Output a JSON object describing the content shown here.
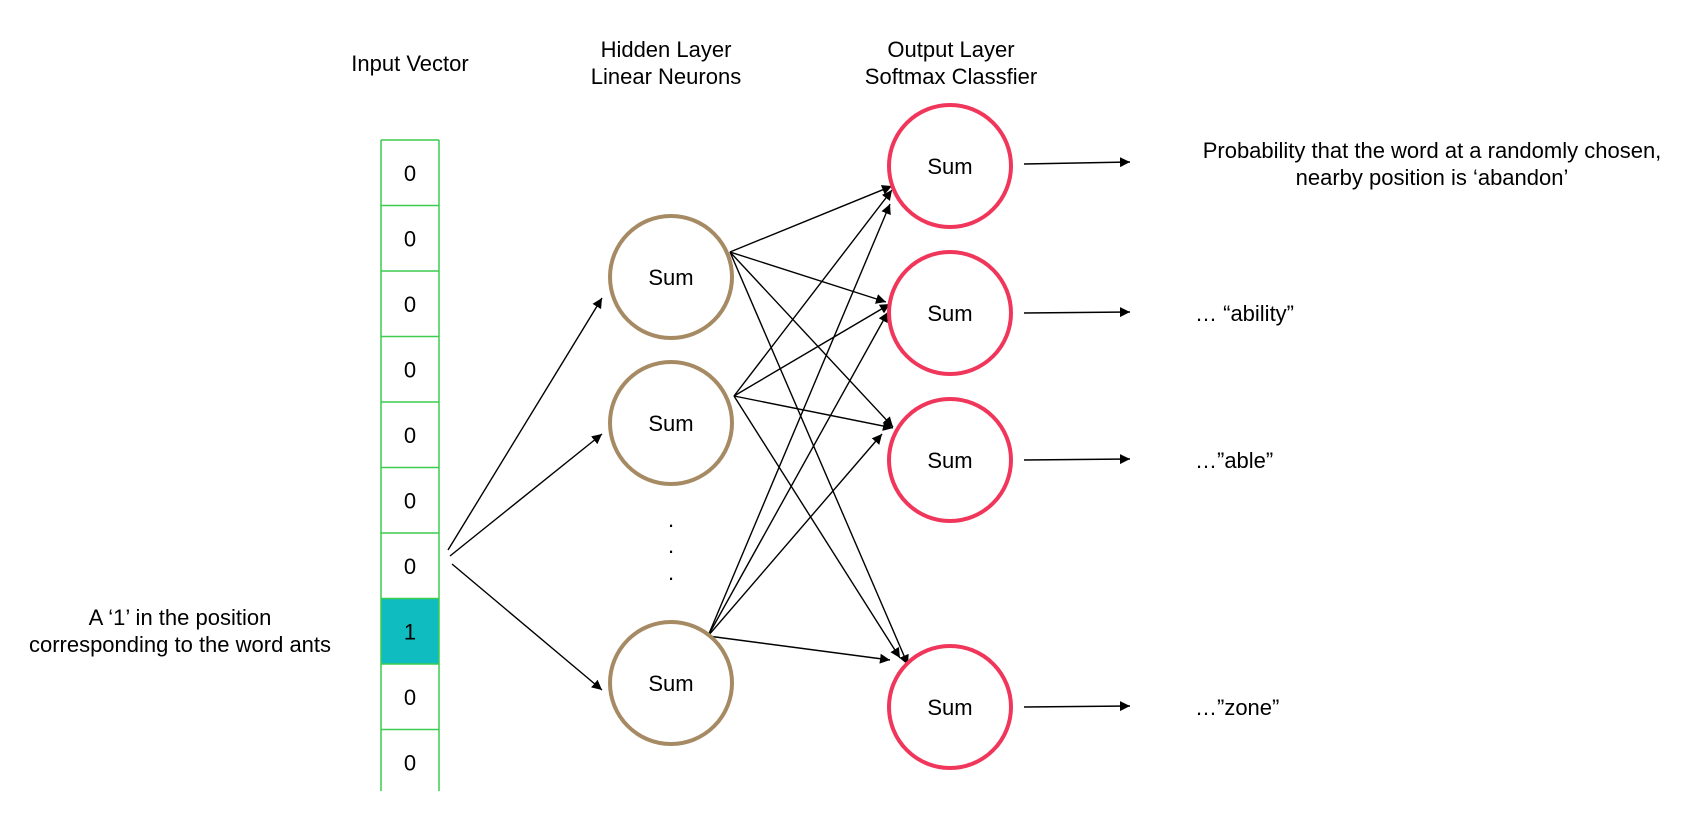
{
  "headers": {
    "input": "Input Vector",
    "hidden_line1": "Hidden Layer",
    "hidden_line2": "Linear Neurons",
    "output_line1": "Output Layer",
    "output_line2": "Softmax Classfier"
  },
  "input_vector": {
    "cells": [
      "0",
      "0",
      "0",
      "0",
      "0",
      "0",
      "0",
      "1",
      "0",
      "0"
    ],
    "active_index": 7,
    "border_color": "#3ccc4e",
    "active_fill": "#0fbcbf"
  },
  "input_note": {
    "line1": "A ‘1’ in the position",
    "line2": "corresponding  to the word ants"
  },
  "hidden_layer": {
    "node_label": "Sum",
    "nodes_before_ellipsis": 2,
    "nodes_after_ellipsis": 1,
    "ellipsis": ".",
    "stroke_color": "#a68a64"
  },
  "output_layer": {
    "node_label": "Sum",
    "stroke_color": "#f0365a",
    "labels": [
      {
        "line1": "Probability that the word at a randomly chosen,",
        "line2": "nearby position is ‘abandon’"
      },
      {
        "line1": "… “ability”",
        "line2": ""
      },
      {
        "line1": "…”able”",
        "line2": ""
      },
      {
        "line1": "…”zone”",
        "line2": ""
      }
    ]
  }
}
